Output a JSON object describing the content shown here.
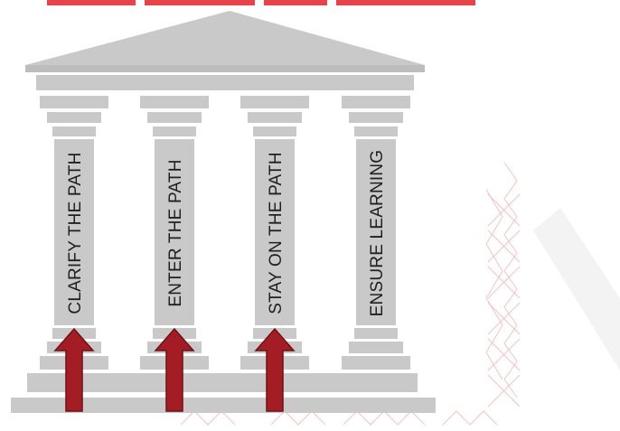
{
  "diagram": {
    "pillars": [
      {
        "label": "CLARIFY THE PATH",
        "has_arrow": true
      },
      {
        "label": "ENTER THE PATH",
        "has_arrow": true
      },
      {
        "label": "STAY ON THE PATH",
        "has_arrow": true
      },
      {
        "label": "ENSURE LEARNING",
        "has_arrow": false
      }
    ],
    "colors": {
      "stone": "#c9c9c9",
      "stone_dark": "#bdbdbd",
      "arrow": "#a51d24",
      "arrow_outline": "#6e1115",
      "header_text": "#e8434a",
      "bg_pattern": "#f2c2c4"
    }
  }
}
